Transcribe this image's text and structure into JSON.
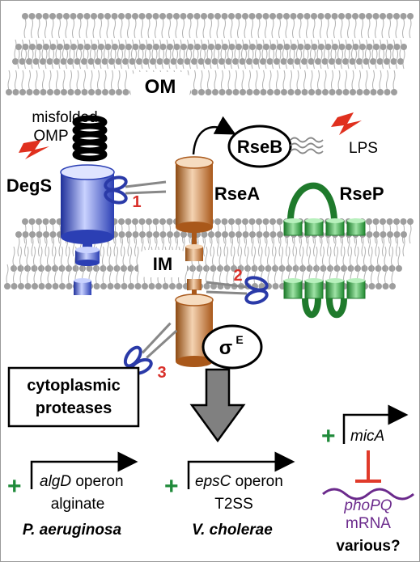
{
  "labels": {
    "om": "OM",
    "im": "IM",
    "misfolded": "misfolded",
    "omp": "OMP",
    "degs": "DegS",
    "rseb": "RseB",
    "lps": "LPS",
    "rsea": "RseA",
    "rsep": "RseP",
    "step1": "1",
    "step2": "2",
    "step3": "3",
    "sigma": "σ",
    "sigma_sup": "E",
    "cyto_line1": "cytoplasmic",
    "cyto_line2": "proteases",
    "plus": "+",
    "alg_gene": "algD",
    "alg_suffix": " operon",
    "alg_product": "alginate",
    "alg_org": "P. aeruginosa",
    "eps_gene": "epsC",
    "eps_suffix": " operon",
    "eps_product": "T2SS",
    "eps_org": "V. cholerae",
    "mica": "micA",
    "phopq": "phoPQ",
    "mrna": "mRNA",
    "various": "various?"
  },
  "colors": {
    "membrane_head": "#9e9e9e",
    "membrane_tail": "#b0b0b0",
    "degs": "#3a4fc0",
    "rsea": "#c97c3a",
    "rsep": "#2e9a3c",
    "step_number": "#d9302a",
    "plus": "#1f8a3a",
    "inhibit": "#e03a2a",
    "mrna": "#6b2a8c",
    "arrow": "#808080",
    "lightning": "#e0301e"
  }
}
